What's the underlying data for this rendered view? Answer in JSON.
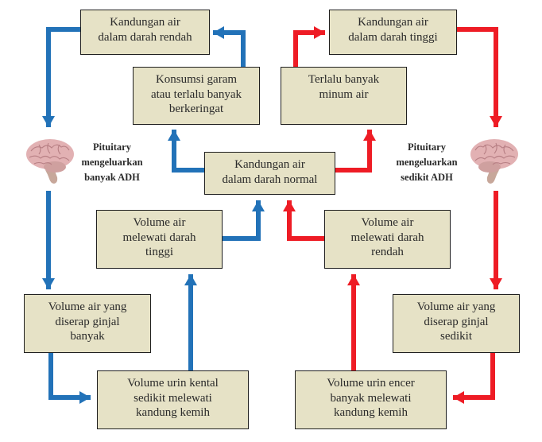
{
  "colors": {
    "increase_path": "#2272b8",
    "decrease_path": "#ee1c25",
    "box_fill": "#e6e2c6",
    "box_border": "#1f1f1f"
  },
  "center": {
    "text": "Kandungan air\ndalam darah normal"
  },
  "left_loop": {
    "cause": "Konsumsi garam\natau terlalu banyak\nberkeringat",
    "state": "Kandungan air\ndalam darah rendah",
    "pituitary_label": "Pituitary\nmengeluarkan\nbanyak ADH",
    "pituitary_icon": "brain-icon",
    "kidney": "Volume air yang\ndiserap ginjal\nbanyak",
    "urine": "Volume urin kental\nsedikit melewati\nkandung kemih",
    "blood_volume": "Volume air\nmelewati darah\ntinggi"
  },
  "right_loop": {
    "cause": "Terlalu banyak\nminum air",
    "state": "Kandungan air\ndalam darah tinggi",
    "pituitary_label": "Pituitary\nmengeluarkan\nsedikit ADH",
    "pituitary_icon": "brain-icon",
    "kidney": "Volume air yang\ndiserap ginjal\nsedikit",
    "urine": "Volume urin encer\nbanyak melewati\nkandung kemih",
    "blood_volume": "Volume air\nmelewati darah\nrendah"
  }
}
